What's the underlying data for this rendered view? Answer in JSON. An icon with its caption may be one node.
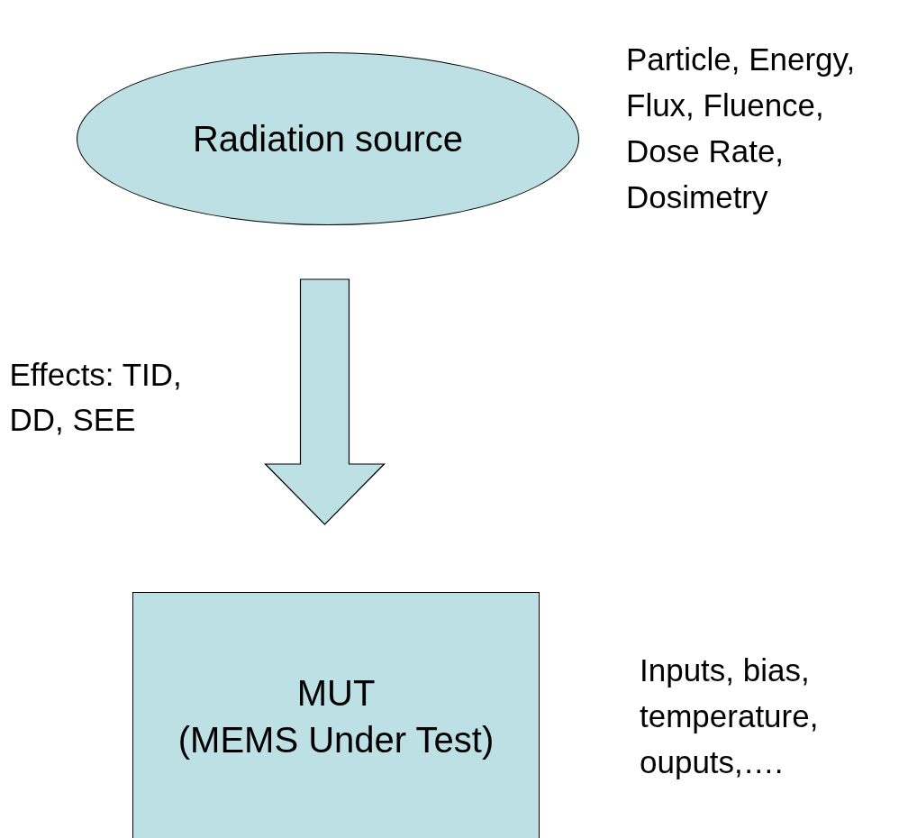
{
  "diagram": {
    "nodes": [
      {
        "text": [
          "Radiation source"
        ],
        "beside": [
          "Particle, Energy, Flux, Fluence, Dose Rate, Dosimetry"
        ]
      },
      {
        "text": [
          "MUT",
          "(MEMS Under Test)"
        ],
        "beside": [
          "Inputs, bias, temperature, ouputs,…."
        ]
      }
    ],
    "edges": [
      {
        "from": 0,
        "to": 1,
        "arrow": "to",
        "label": "Effects: TID, DD, SEE"
      }
    ]
  }
}
